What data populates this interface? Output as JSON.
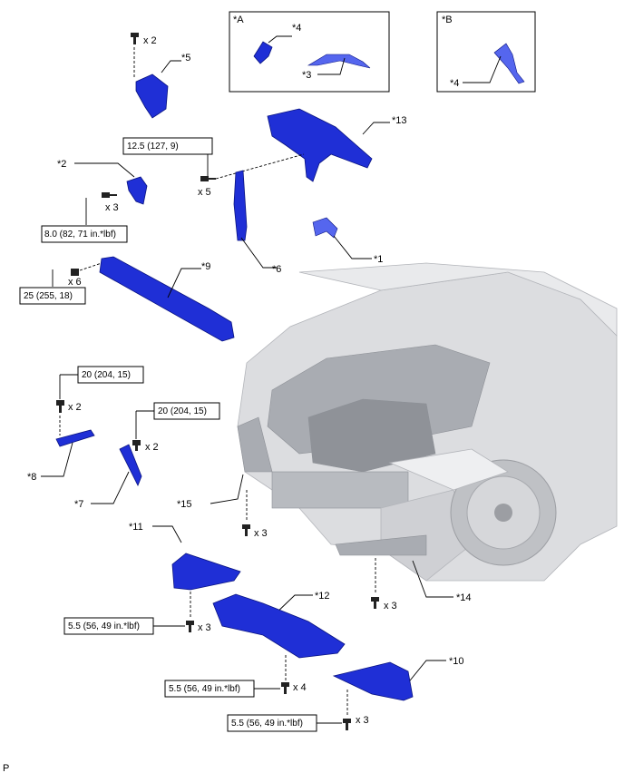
{
  "callouts": {
    "c1": "*1",
    "c2": "*2",
    "c3": "*3",
    "c4a": "*4",
    "c4b": "*4",
    "c5": "*5",
    "c6": "*6",
    "c7": "*7",
    "c8": "*8",
    "c9": "*9",
    "c10": "*10",
    "c11": "*11",
    "c12": "*12",
    "c13": "*13",
    "c14": "*14",
    "c15": "*15"
  },
  "insets": {
    "a": "*A",
    "b": "*B"
  },
  "torques": {
    "t1": "12.5 (127, 9)",
    "t2": "8.0 (82, 71 in.*lbf)",
    "t3": "25 (255, 18)",
    "t4": "20 (204, 15)",
    "t5": "20 (204, 15)",
    "t6": "5.5 (56, 49 in.*lbf)",
    "t7": "5.5 (56, 49 in.*lbf)",
    "t8": "5.5 (56, 49 in.*lbf)"
  },
  "quantities": {
    "q1": "x 2",
    "q2": "x 5",
    "q3": "x 3",
    "q4": "x 6",
    "q5": "x 2",
    "q6": "x 2",
    "q7": "x 3",
    "q8": "x 3",
    "q9": "x 3",
    "q10": "x 4",
    "q11": "x 3"
  },
  "footer": {
    "code": "P"
  },
  "colors": {
    "part": "#1f2fd6",
    "vehicle": "#dcdde0"
  }
}
